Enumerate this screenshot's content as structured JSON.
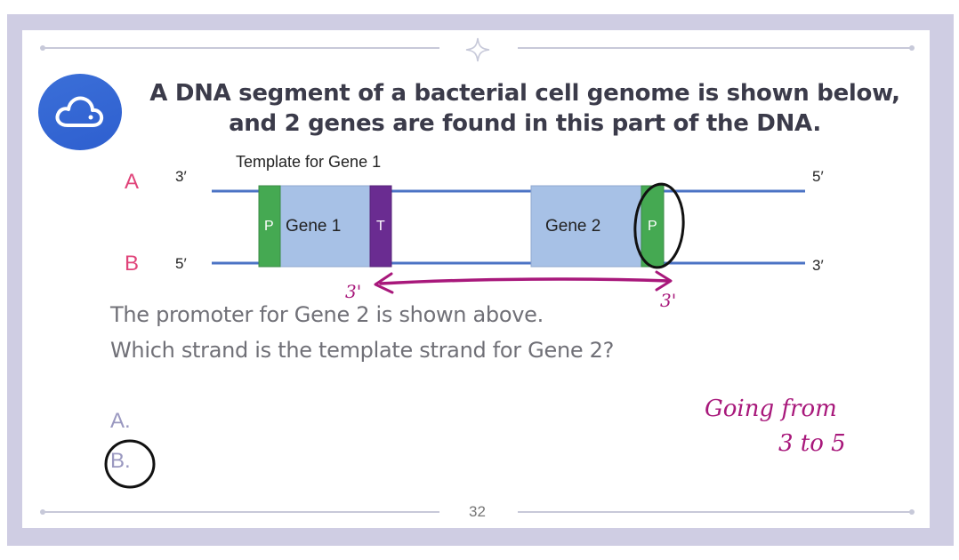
{
  "slide": {
    "title_line1": "A DNA segment of a bacterial cell genome is shown below,",
    "title_line2": "and 2 genes are found in this part of the DNA.",
    "page_number": "32"
  },
  "diagram": {
    "template_label": "Template for Gene 1",
    "strand_a": {
      "letter": "A",
      "left_end": "3′",
      "right_end": "5′"
    },
    "strand_b": {
      "letter": "B",
      "left_end": "5′",
      "right_end": "3′"
    },
    "gene1": {
      "promoter": "P",
      "label": "Gene 1",
      "terminator": "T"
    },
    "gene2": {
      "label": "Gene 2",
      "promoter": "P"
    },
    "colors": {
      "strand": "#4b73c4",
      "gene_box": "#a7c1e6",
      "promoter": "#45a952",
      "terminator": "#6a2c91"
    }
  },
  "question": {
    "line1": "The promoter for Gene 2 is shown above.",
    "line2": "Which strand is the template strand for Gene 2?",
    "option_a": "A.",
    "option_b": "B."
  },
  "annotations": {
    "arrow_left_label": "3'",
    "arrow_right_label": "3'",
    "note_line1": "Going from",
    "note_line2": "3 to 5",
    "color": "#a8187b"
  }
}
